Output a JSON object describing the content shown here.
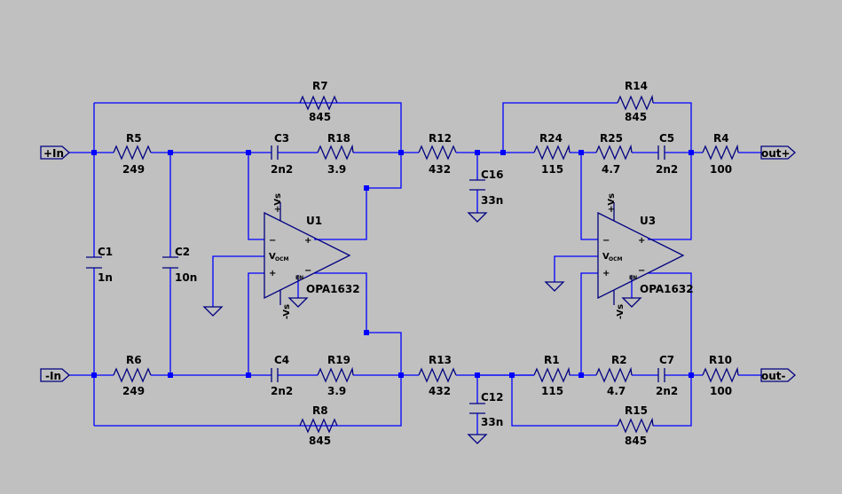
{
  "ports": {
    "in_pos": "+In",
    "in_neg": "-In",
    "out_pos": "out+",
    "out_neg": "out-"
  },
  "components": {
    "R7": {
      "name": "R7",
      "value": "845"
    },
    "R5": {
      "name": "R5",
      "value": "249"
    },
    "C3": {
      "name": "C3",
      "value": "2n2"
    },
    "R18": {
      "name": "R18",
      "value": "3.9"
    },
    "R12": {
      "name": "R12",
      "value": "432"
    },
    "C16": {
      "name": "C16",
      "value": "33n"
    },
    "C1": {
      "name": "C1",
      "value": "1n"
    },
    "C2": {
      "name": "C2",
      "value": "10n"
    },
    "R6": {
      "name": "R6",
      "value": "249"
    },
    "C4": {
      "name": "C4",
      "value": "2n2"
    },
    "R19": {
      "name": "R19",
      "value": "3.9"
    },
    "R13": {
      "name": "R13",
      "value": "432"
    },
    "C12": {
      "name": "C12",
      "value": "33n"
    },
    "R8": {
      "name": "R8",
      "value": "845"
    },
    "R14": {
      "name": "R14",
      "value": "845"
    },
    "R24": {
      "name": "R24",
      "value": "115"
    },
    "R25": {
      "name": "R25",
      "value": "4.7"
    },
    "C5": {
      "name": "C5",
      "value": "2n2"
    },
    "R4": {
      "name": "R4",
      "value": "100"
    },
    "R1": {
      "name": "R1",
      "value": "115"
    },
    "R2": {
      "name": "R2",
      "value": "4.7"
    },
    "C7": {
      "name": "C7",
      "value": "2n2"
    },
    "R10": {
      "name": "R10",
      "value": "100"
    },
    "R15": {
      "name": "R15",
      "value": "845"
    }
  },
  "opamps": {
    "U1": {
      "name": "U1",
      "model": "OPA1632"
    },
    "U3": {
      "name": "U3",
      "model": "OPA1632"
    }
  },
  "pins": {
    "vs_pos": "+Vs",
    "vs_neg": "-Vs",
    "vocm_main": "V",
    "vocm_sub": "OCM",
    "en": "EN",
    "plus": "+",
    "minus": "−"
  }
}
